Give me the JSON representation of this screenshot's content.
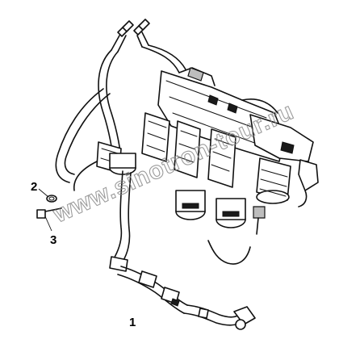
{
  "diagram": {
    "callouts": [
      {
        "id": "1",
        "label": "1"
      },
      {
        "id": "2",
        "label": "2"
      },
      {
        "id": "3",
        "label": "3"
      }
    ],
    "watermark": "www.sinotron-tour.ru"
  }
}
